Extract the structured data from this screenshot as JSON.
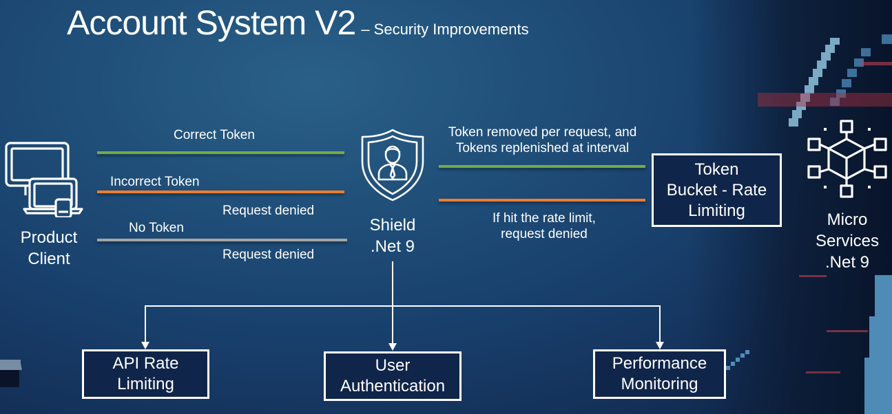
{
  "title": {
    "main": "Account System V2",
    "subtitle": "– Security Improvements"
  },
  "nodes": {
    "client": {
      "icon": "devices-icon",
      "label_line1": "Product",
      "label_line2": "Client"
    },
    "shield": {
      "icon": "shield-user-icon",
      "label_line1": "Shield",
      "label_line2": ".Net 9"
    },
    "microservices": {
      "icon": "microservices-cube-icon",
      "label_line1": "Micro",
      "label_line2": "Services",
      "label_line3": ".Net 9"
    }
  },
  "client_flows": [
    {
      "label": "Correct Token",
      "color": "#70ad47"
    },
    {
      "label": "Incorrect Token",
      "color": "#ed7d31",
      "result": "Request denied"
    },
    {
      "label": "No Token",
      "color": "#a5a5a5",
      "result": "Request denied"
    }
  ],
  "bucket_flows": [
    {
      "label_line1": "Token removed per request, and",
      "label_line2": "Tokens replenished at interval",
      "color": "#70ad47"
    },
    {
      "label_line1": "If hit the rate limit,",
      "label_line2": "request denied",
      "color": "#ed7d31"
    }
  ],
  "token_bucket": {
    "line1": "Token",
    "line2": "Bucket - Rate",
    "line3": "Limiting"
  },
  "features": [
    {
      "line1": "API Rate",
      "line2": "Limiting"
    },
    {
      "line1": "User",
      "line2": "Authentication"
    },
    {
      "line1": "Performance",
      "line2": "Monitoring"
    }
  ]
}
